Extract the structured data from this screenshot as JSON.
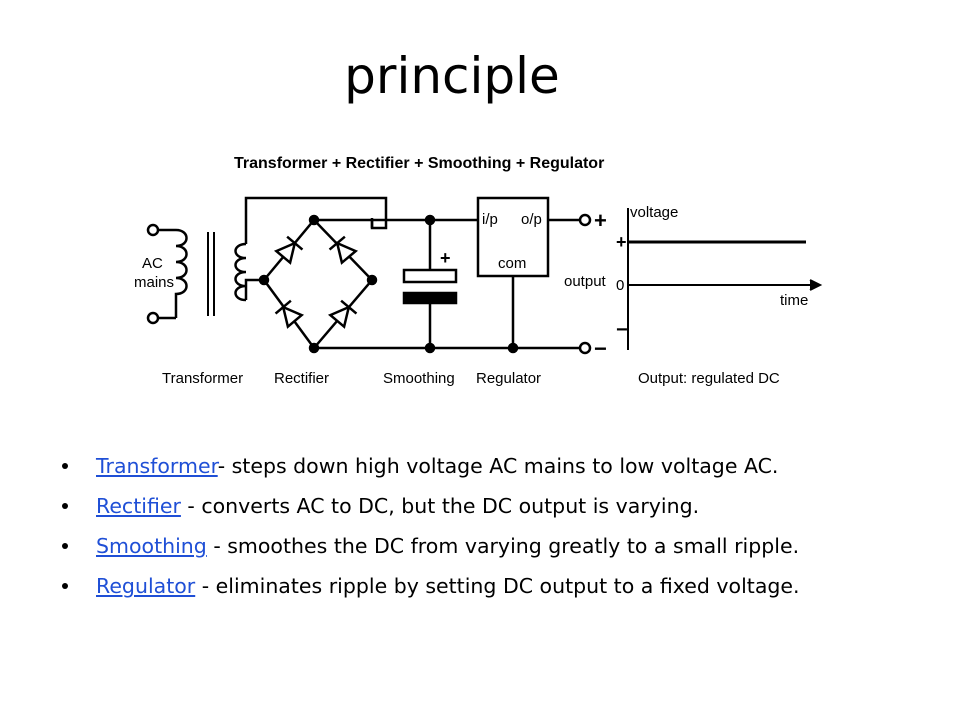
{
  "slide": {
    "title": "principle"
  },
  "diagram": {
    "heading": "Transformer + Rectifier + Smoothing + Regulator",
    "ac_line1": "AC",
    "ac_line2": "mains",
    "label_ip": "i/p",
    "label_op": "o/p",
    "label_com": "com",
    "plus": "+",
    "minus": "−",
    "output": "output",
    "voltage": "voltage",
    "zero": "0",
    "time": "time",
    "stages": [
      "Transformer",
      "Rectifier",
      "Smoothing",
      "Regulator"
    ],
    "output_caption": "Output: regulated DC",
    "cap_plus": "+"
  },
  "bullets": [
    {
      "term": "Transformer",
      "text": "- steps down high voltage AC mains to low voltage AC."
    },
    {
      "term": "Rectifier",
      "text": " - converts AC to DC, but the DC output is varying."
    },
    {
      "term": "Smoothing",
      "text": " - smoothes the DC from varying greatly to a small ripple."
    },
    {
      "term": "Regulator",
      "text": " - eliminates ripple by setting DC output to a fixed voltage."
    }
  ],
  "colors": {
    "link": "#1f4fd6",
    "ink": "#000000"
  }
}
